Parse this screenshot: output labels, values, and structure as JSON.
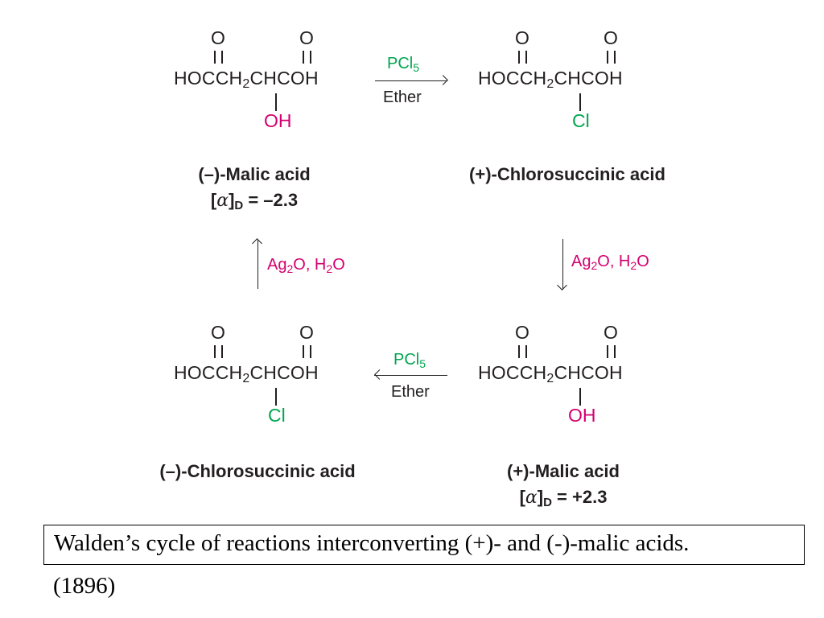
{
  "colors": {
    "hydroxyl": "#d4006f",
    "chlorine": "#00a650",
    "silver_reagent": "#d4006f",
    "pcl5_reagent": "#00a650",
    "text": "#231f20"
  },
  "molecules": [
    {
      "id": "malic-minus",
      "o_left": "O",
      "o_right": "O",
      "chain_a": "HOCCH",
      "chain_sub": "2",
      "chain_b": "CHCOH",
      "substituent": "OH",
      "name": "(–)-Malic acid",
      "rotation_pre": "[",
      "rotation_alpha": "α",
      "rotation_bracket": "]",
      "rotation_sub": "D",
      "rotation_value": " = –2.3"
    },
    {
      "id": "chloro-plus",
      "o_left": "O",
      "o_right": "O",
      "chain_a": "HOCCH",
      "chain_sub": "2",
      "chain_b": "CHCOH",
      "substituent": "Cl",
      "name": "(+)-Chlorosuccinic acid"
    },
    {
      "id": "chloro-minus",
      "o_left": "O",
      "o_right": "O",
      "chain_a": "HOCCH",
      "chain_sub": "2",
      "chain_b": "CHCOH",
      "substituent": "Cl",
      "name": "(–)-Chlorosuccinic acid"
    },
    {
      "id": "malic-plus",
      "o_left": "O",
      "o_right": "O",
      "chain_a": "HOCCH",
      "chain_sub": "2",
      "chain_b": "CHCOH",
      "substituent": "OH",
      "name": "(+)-Malic acid",
      "rotation_pre": "[",
      "rotation_alpha": "α",
      "rotation_bracket": "]",
      "rotation_sub": "D",
      "rotation_value": " = +2.3"
    }
  ],
  "reagents": {
    "pcl5_top": {
      "a": "PCl",
      "sub": "5"
    },
    "ether_top": "Ether",
    "pcl5_bottom": {
      "a": "PCl",
      "sub": "5"
    },
    "ether_bottom": "Ether",
    "ag_right": {
      "a": "Ag",
      "sub1": "2",
      "b": "O, H",
      "sub2": "2",
      "c": "O"
    },
    "ag_left": {
      "a": "Ag",
      "sub1": "2",
      "b": "O, H",
      "sub2": "2",
      "c": "O"
    }
  },
  "caption": {
    "text": "Walden’s cycle of reactions interconverting (+)- and (-)-malic acids.",
    "year": "(1896)"
  }
}
